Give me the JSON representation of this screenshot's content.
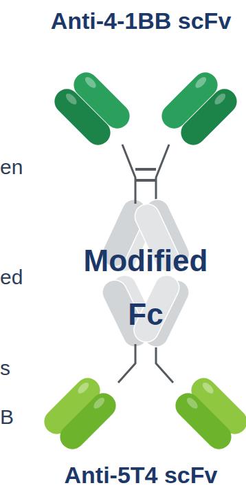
{
  "diagram": {
    "nodes": [
      {
        "text": [
          "Anti-4-1BB scFv"
        ]
      },
      {
        "text": [
          "Modified Fc"
        ]
      },
      {
        "text": [
          "Anti-5T4 scFv"
        ]
      }
    ],
    "edges": [
      {
        "from": 0,
        "to": 1,
        "arrow": "none"
      },
      {
        "from": 1,
        "to": 2,
        "arrow": "none"
      }
    ],
    "labels": [
      "en",
      "ed",
      "s",
      "B"
    ]
  }
}
